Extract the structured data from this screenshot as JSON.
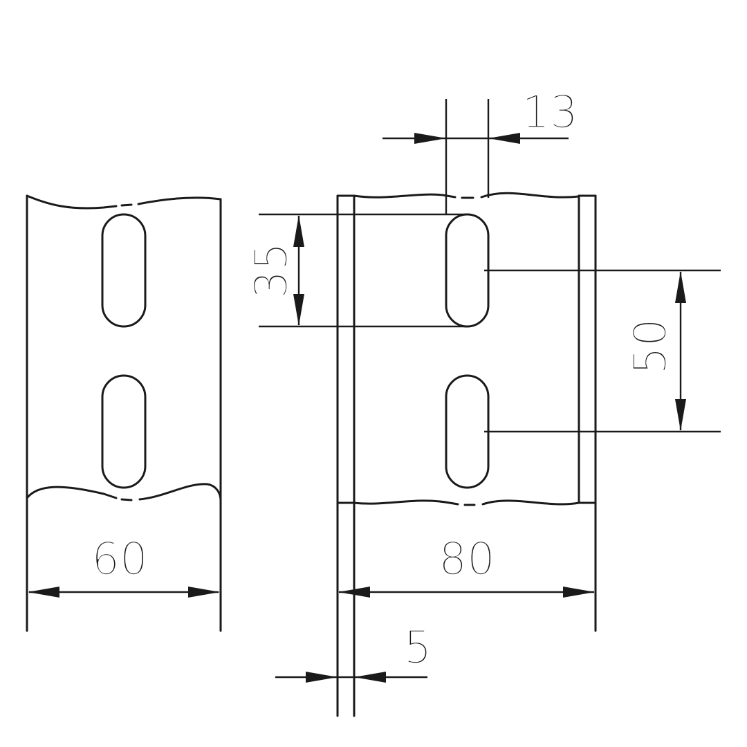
{
  "dimensions": {
    "width_front": "60",
    "width_side": "80",
    "slot_width": "13",
    "slot_length": "35",
    "slot_pitch": "50",
    "wall_thickness": "5"
  },
  "colors": {
    "line": "#1a1a1a",
    "background": "#ffffff"
  }
}
